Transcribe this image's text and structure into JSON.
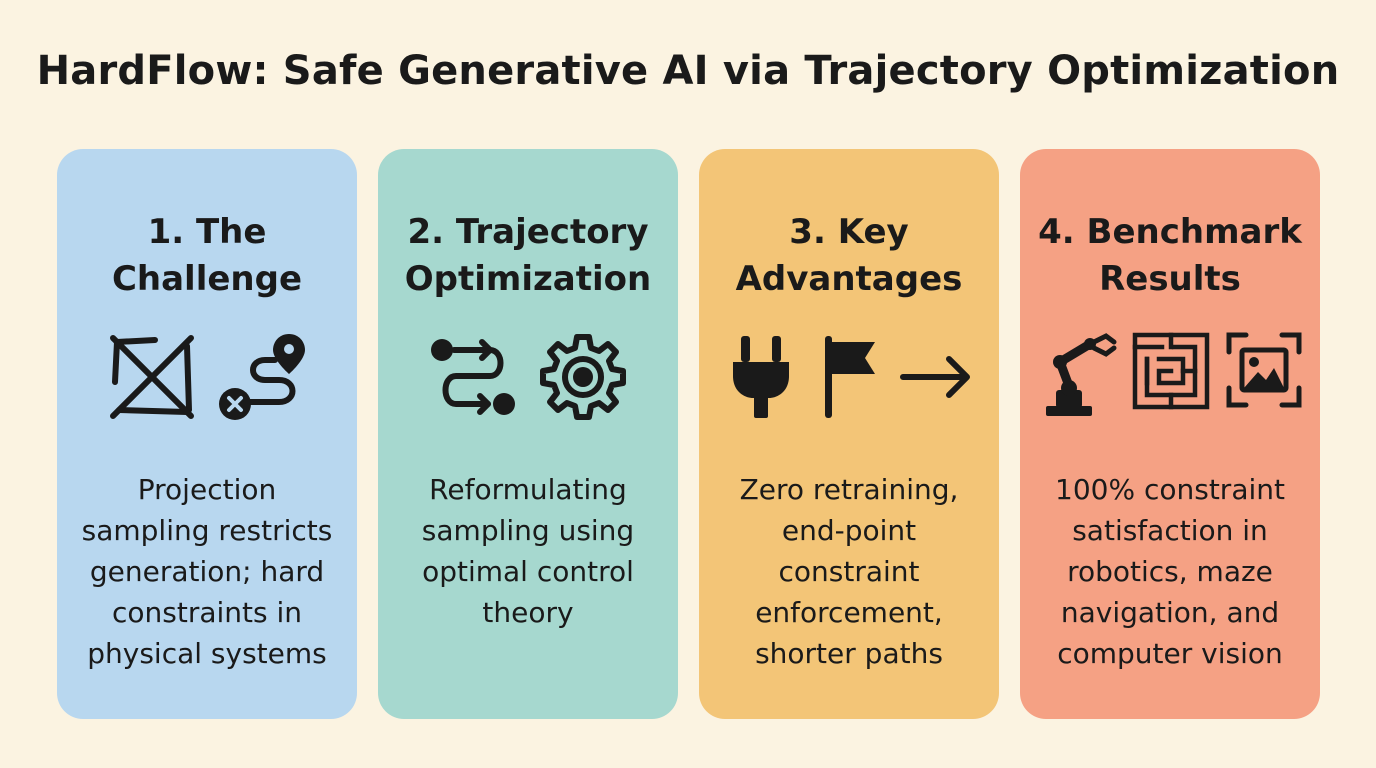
{
  "title": "HardFlow: Safe Generative AI via Trajectory Optimization",
  "cards": [
    {
      "heading_lines": [
        "1. The",
        "Challenge"
      ],
      "body_lines": [
        "Projection",
        "sampling restricts",
        "generation; hard",
        "constraints in",
        "physical systems"
      ],
      "icons": [
        "crossed-box-icon",
        "route-with-error-icon"
      ]
    },
    {
      "heading_lines": [
        "2. Trajectory",
        "Optimization"
      ],
      "body_lines": [
        "Reformulating",
        "sampling using",
        "optimal control",
        "theory"
      ],
      "icons": [
        "trajectory-path-icon",
        "gear-icon"
      ]
    },
    {
      "heading_lines": [
        "3. Key",
        "Advantages"
      ],
      "body_lines": [
        "Zero retraining,",
        "end-point",
        "constraint",
        "enforcement,",
        "shorter paths"
      ],
      "icons": [
        "plug-icon",
        "flag-icon",
        "arrow-right-icon"
      ]
    },
    {
      "heading_lines": [
        "4. Benchmark",
        "Results"
      ],
      "body_lines": [
        "100% constraint",
        "satisfaction in",
        "robotics, maze",
        "navigation, and",
        "computer vision"
      ],
      "icons": [
        "robot-arm-icon",
        "maze-icon",
        "image-frame-icon"
      ]
    }
  ],
  "colors": {
    "background": "#fbf3e1",
    "card_1": "#b8d7ef",
    "card_2": "#a6d8cf",
    "card_3": "#f3c577",
    "card_4": "#f5a184",
    "ink": "#1a1a1a"
  }
}
